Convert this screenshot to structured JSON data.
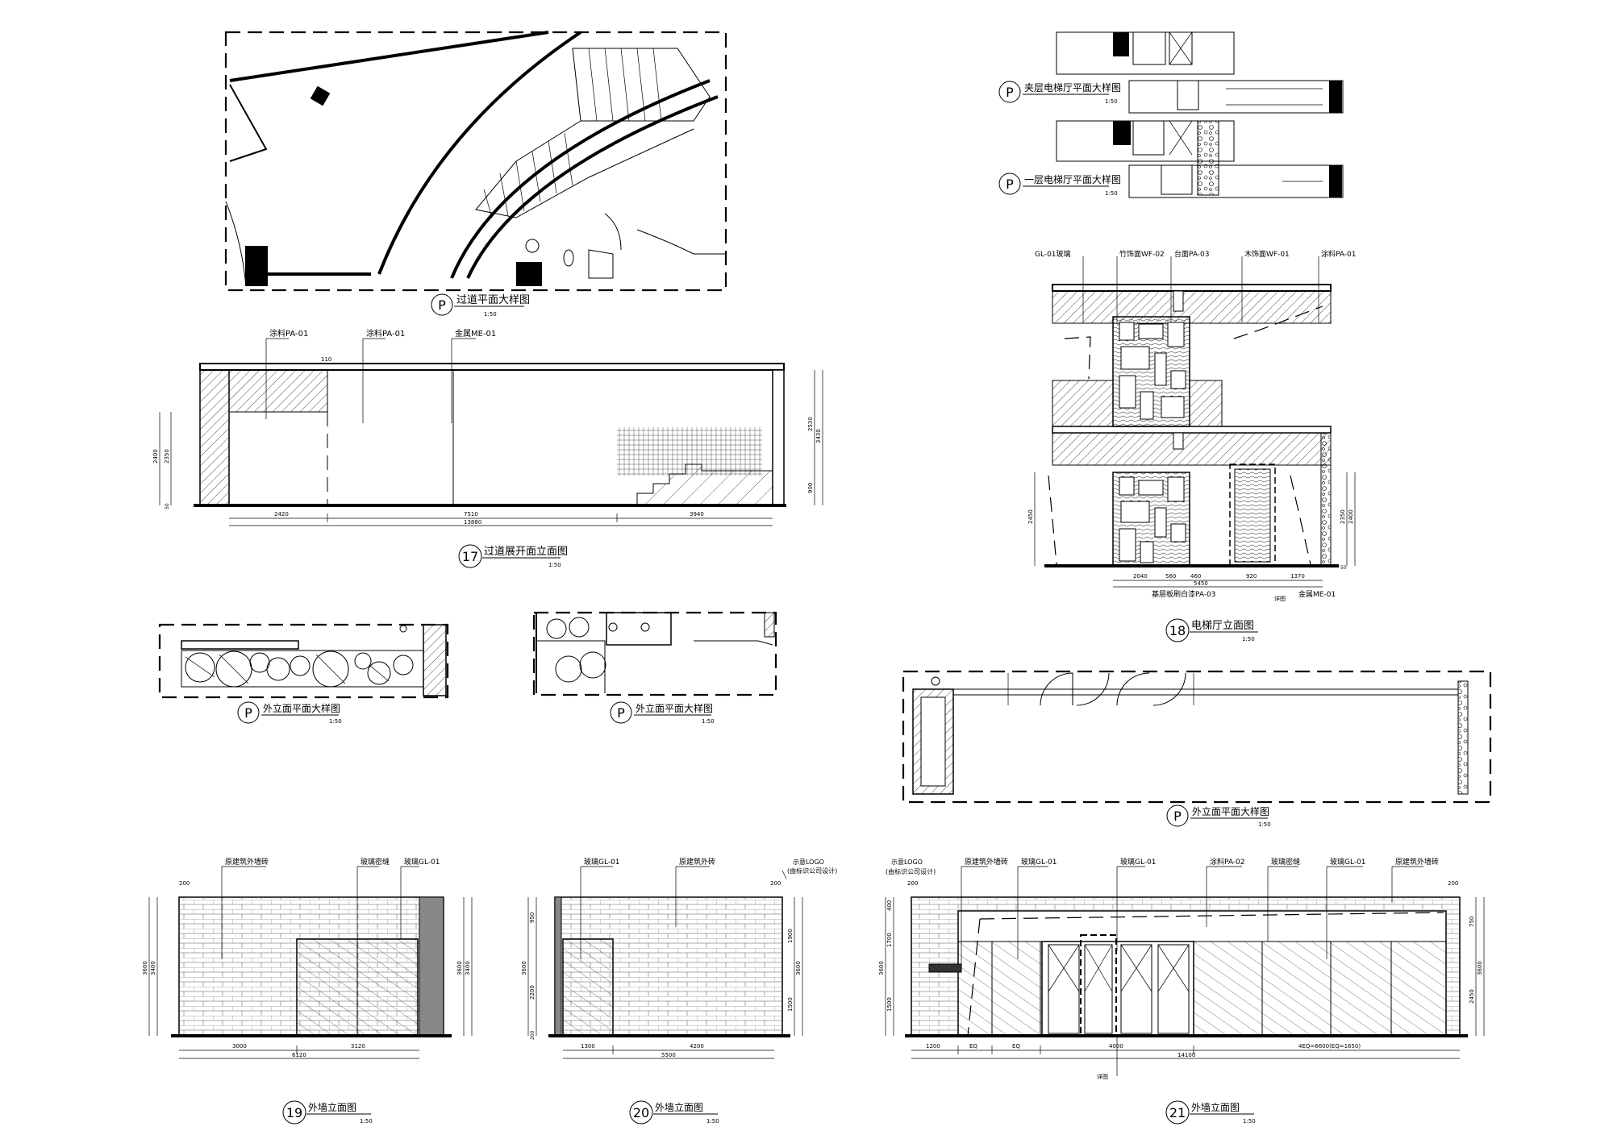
{
  "drawings": {
    "corridor_plan": {
      "marker": "P",
      "title": "过道平面大样图",
      "scale": "1:50"
    },
    "corridor_elev": {
      "number": "17",
      "title": "过道展开面立面图",
      "scale": "1:50",
      "labels": [
        "涂料PA-01",
        "涂料PA-01",
        "金属ME-01"
      ],
      "dims_bottom": [
        "2420",
        "7510",
        "3940",
        "13880"
      ],
      "dims_left": [
        "2400",
        "2350",
        "50"
      ],
      "dims_right": [
        "2530",
        "3430",
        "900"
      ],
      "dim_top": "110"
    },
    "mezz_lift_plan": {
      "marker": "P",
      "title": "夹层电梯厅平面大样图",
      "scale": "1:50"
    },
    "ground_lift_plan": {
      "marker": "P",
      "title": "一层电梯厅平面大样图",
      "scale": "1:50"
    },
    "lift_elev": {
      "number": "18",
      "title": "电梯厅立面图",
      "scale": "1:50",
      "labels": [
        "GL-01玻璃",
        "竹饰面WF-02",
        "台面PA-03",
        "木饰面WF-01",
        "涂料PA-01"
      ],
      "labels_bottom": [
        "基层板刷白漆PA-03",
        "金属ME-01"
      ],
      "dims_bottom": [
        "2040",
        "560",
        "460",
        "920",
        "1370",
        "5450"
      ],
      "dims_left": [
        "2450"
      ],
      "dims_right": [
        "2350",
        "2400",
        "50"
      ],
      "callout": "详图"
    },
    "ext_plan_a": {
      "marker": "P",
      "title": "外立面平面大样图",
      "scale": "1:50"
    },
    "ext_plan_b": {
      "marker": "P",
      "title": "外立面平面大样图",
      "scale": "1:50"
    },
    "ext_plan_c": {
      "marker": "P",
      "title": "外立面平面大样图",
      "scale": "1:50"
    },
    "wall19": {
      "number": "19",
      "title": "外墙立面图",
      "scale": "1:50",
      "labels": [
        "原建筑外墙砖",
        "玻璃密缝",
        "玻璃GL-01"
      ],
      "dims_bottom": [
        "3000",
        "3120",
        "6120"
      ],
      "dims_left": [
        "3600",
        "3400"
      ],
      "dims_right": [
        "3600",
        "3400"
      ],
      "dims_top": [
        "200"
      ]
    },
    "wall20": {
      "number": "20",
      "title": "外墙立面图",
      "scale": "1:50",
      "labels": [
        "玻璃GL-01",
        "原建筑外砖",
        "示意LOGO",
        "(由标识公司设计)"
      ],
      "dims_bottom": [
        "1300",
        "4200",
        "5500"
      ],
      "dims_left": [
        "950",
        "3600",
        "2200",
        "200"
      ],
      "dims_right": [
        "1900",
        "3600",
        "1500"
      ],
      "dims_top": [
        "200"
      ]
    },
    "wall21": {
      "number": "21",
      "title": "外墙立面图",
      "scale": "1:50",
      "labels": [
        "示意LOGO",
        "(由标识公司设计)",
        "原建筑外墙砖",
        "玻璃GL-01",
        "玻璃GL-01",
        "涂料PA-02",
        "玻璃密缝",
        "玻璃GL-01",
        "原建筑外墙砖"
      ],
      "dims_bottom": [
        "1200",
        "EQ",
        "EQ",
        "4000",
        "4EQ=6600(EQ=1650)",
        "14100"
      ],
      "dims_left": [
        "400",
        "1700",
        "3600",
        "1500"
      ],
      "dims_right": [
        "750",
        "3600",
        "2450"
      ],
      "dims_top": [
        "200",
        "200"
      ],
      "callout": "详图"
    }
  }
}
